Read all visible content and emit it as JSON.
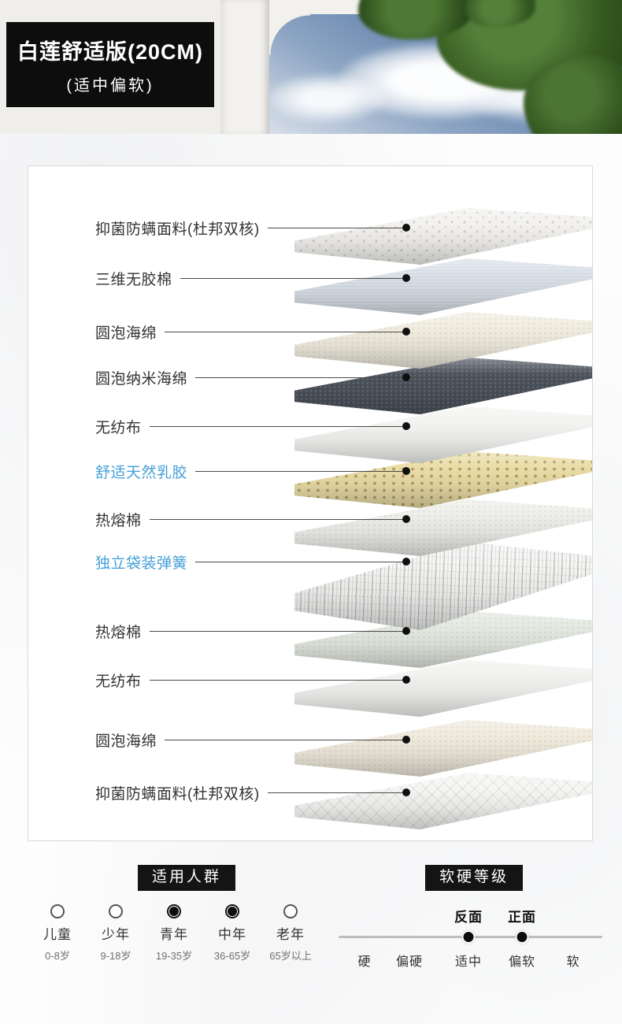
{
  "header": {
    "title": "白莲舒适版(20CM)",
    "subtitle": "(适中偏软)"
  },
  "diagram": {
    "layers": [
      {
        "label": "抑菌防螨面料(杜邦双核)",
        "highlight": false,
        "slab_style": "--c:#f2f1ee"
      },
      {
        "label": "三维无胶棉",
        "highlight": false,
        "slab_style": "--c:#dbe2e9"
      },
      {
        "label": "圆泡海绵",
        "highlight": false,
        "slab_style": "--c:#f0ecdf"
      },
      {
        "label": "圆泡纳米海绵",
        "highlight": false,
        "slab_style": "--c:#4a515b"
      },
      {
        "label": "无纺布",
        "highlight": false,
        "slab_style": "--c:#f3f3f1"
      },
      {
        "label": "舒适天然乳胶",
        "highlight": true,
        "slab_style": "--c:#e9dca6"
      },
      {
        "label": "热熔棉",
        "highlight": false,
        "slab_style": "--c:#edeee9"
      },
      {
        "label": "独立袋装弹簧",
        "highlight": true,
        "slab_style": "--c:#f4f5f3"
      },
      {
        "label": "热熔棉",
        "highlight": false,
        "slab_style": "--c:#e3e8e0"
      },
      {
        "label": "无纺布",
        "highlight": false,
        "slab_style": "--c:#f1f1ef"
      },
      {
        "label": "圆泡海绵",
        "highlight": false,
        "slab_style": "--c:#efeadc"
      },
      {
        "label": "抑菌防螨面料(杜邦双核)",
        "highlight": false,
        "slab_style": "--c:#f5f5f3"
      }
    ]
  },
  "audience": {
    "title": "适用人群",
    "options": [
      {
        "label": "儿童",
        "range": "0-8岁",
        "checked": false
      },
      {
        "label": "少年",
        "range": "9-18岁",
        "checked": false
      },
      {
        "label": "青年",
        "range": "19-35岁",
        "checked": true
      },
      {
        "label": "中年",
        "range": "36-65岁",
        "checked": true
      },
      {
        "label": "老年",
        "range": "65岁以上",
        "checked": false
      }
    ]
  },
  "firmness": {
    "title": "软硬等级",
    "markers": [
      {
        "label": "反面",
        "position": "适中"
      },
      {
        "label": "正面",
        "position": "偏软"
      }
    ],
    "scale": [
      "硬",
      "偏硬",
      "适中",
      "偏软",
      "软"
    ]
  },
  "colors": {
    "accent_blue": "#45a0d8",
    "title_box_bg": "#0d0d0d",
    "text": "#333333",
    "nano_foam_dark": "#4a515b",
    "latex_yellow": "#e9dca6"
  }
}
